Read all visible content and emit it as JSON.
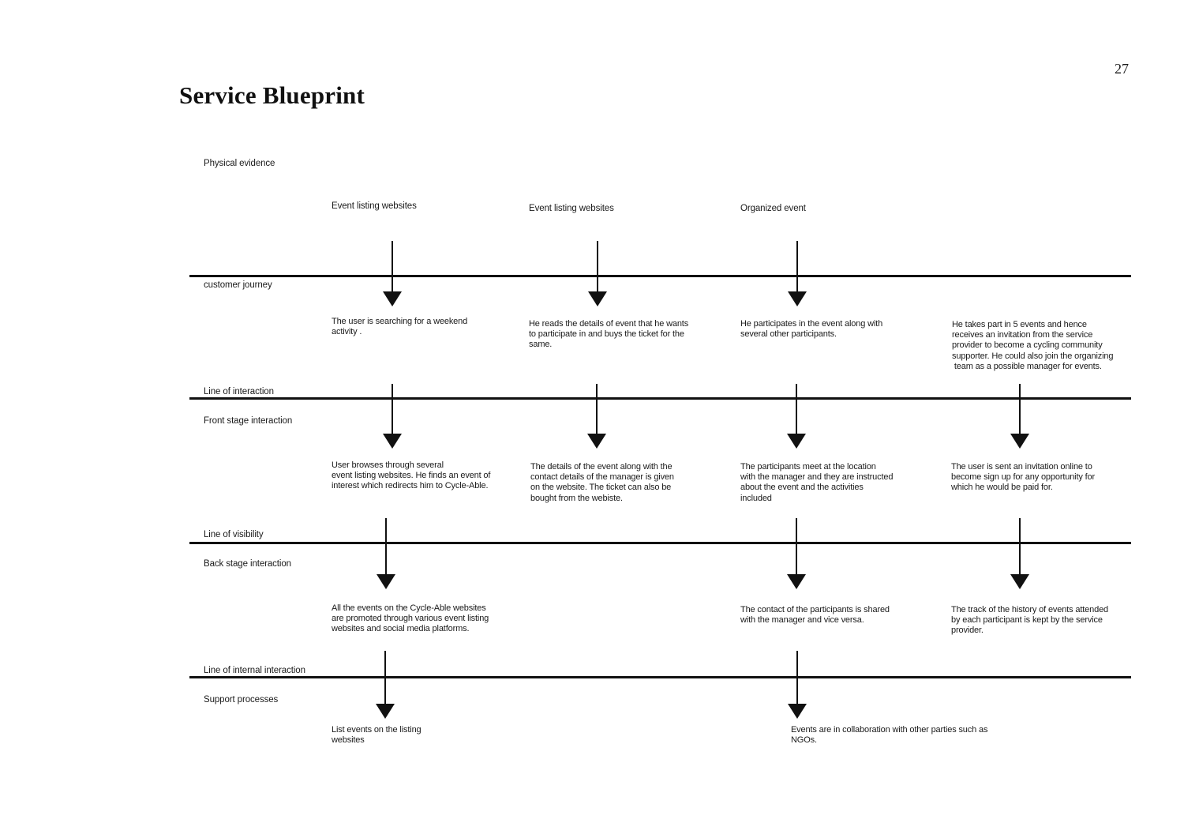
{
  "page": {
    "number": "27",
    "title": "Service Blueprint"
  },
  "lanes": {
    "physical_evidence": {
      "label": "Physical evidence"
    },
    "customer_journey": {
      "label": "customer journey"
    },
    "line_of_interaction": {
      "label": "Line of interaction"
    },
    "front_stage": {
      "label": "Front stage interaction"
    },
    "line_of_visibility": {
      "label": "Line of visibility"
    },
    "back_stage": {
      "label": "Back stage interaction"
    },
    "line_of_internal_interaction": {
      "label": "Line of internal interaction"
    },
    "support_processes": {
      "label": "Support processes"
    }
  },
  "physical_evidence_items": [
    "Event listing websites",
    "Event listing websites",
    "Organized event"
  ],
  "customer_journey_steps": [
    "The user is searching for a weekend\nactivity .",
    "He reads the details of event that he wants\nto participate in and buys the ticket for the\nsame.",
    "He participates in the event along with\nseveral other participants.",
    "He takes part in 5 events and hence\nreceives an invitation from the service\nprovider to become a cycling community\nsupporter. He could also join the organizing\n team as a possible manager for events."
  ],
  "front_stage_steps": [
    "User browses through several\nevent listing websites. He finds an event of\ninterest which redirects him to Cycle-Able.",
    "The details of the event along with the\ncontact details of the manager is given\non the website. The ticket can also be\nbought from the webiste.",
    "The participants meet at the location\nwith the manager and they are instructed\nabout the event and the activities\nincluded",
    "The user is sent an invitation online to\nbecome sign up for any opportunity for\nwhich he would be paid for."
  ],
  "back_stage_steps": [
    "All the events on the Cycle-Able websites\nare promoted through various event listing\nwebsites and social media platforms.",
    "The contact of the participants is shared\nwith the manager and vice versa.",
    "The track of the history of events attended\nby each participant is kept by the service\nprovider."
  ],
  "support_steps": [
    "List events on the listing\nwebsites",
    "Events are in collaboration with other parties such as\nNGOs."
  ],
  "colors": {
    "ink": "#1a1a1a",
    "line": "#111111"
  }
}
